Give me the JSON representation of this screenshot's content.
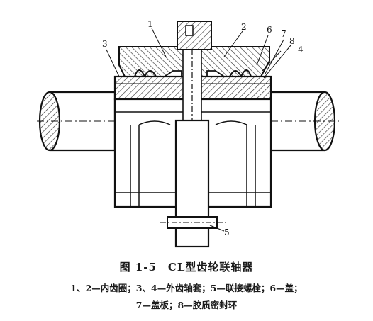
{
  "figure": {
    "callouts": [
      "1",
      "2",
      "3",
      "4",
      "5",
      "6",
      "7",
      "8"
    ],
    "title": "图 1-5　CL型齿轮联轴器",
    "legend_line_1": "1、2—内齿圈；3、4—外齿轴套；5—联接螺栓；6—盖；",
    "legend_line_2": "7—盖板；8—胶质密封环"
  }
}
